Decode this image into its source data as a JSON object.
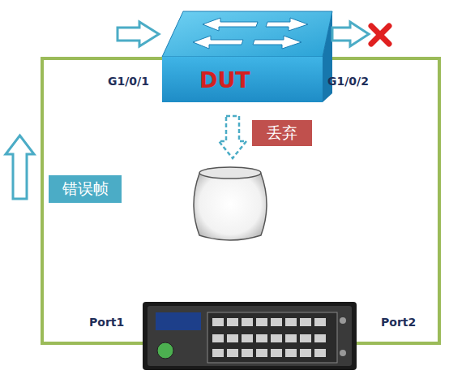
{
  "diagram": {
    "nodes": [
      {
        "text": [
          "DUT"
        ]
      },
      {
        "text": [
          "丢弃"
        ]
      },
      {
        "text": [
          "错误帧"
        ]
      }
    ],
    "labels": [
      "G1/0/1",
      "G1/0/2",
      "Port1",
      "Port2"
    ]
  }
}
